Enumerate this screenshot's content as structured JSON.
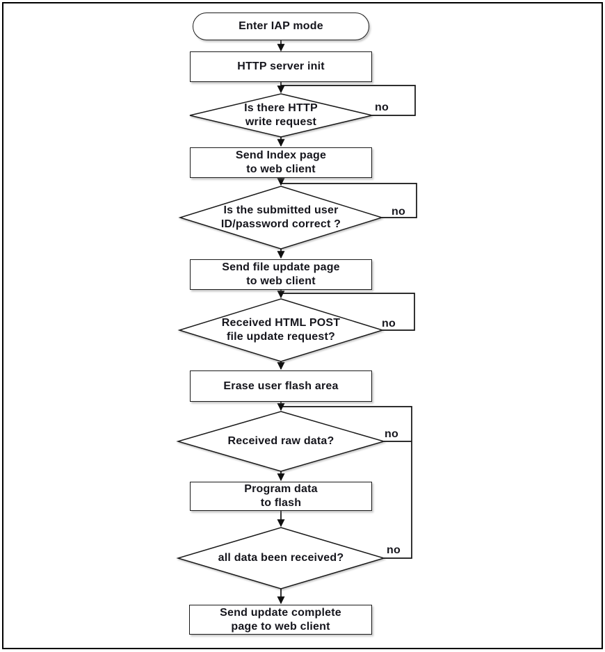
{
  "flowchart": {
    "nodes": [
      {
        "id": "start",
        "type": "terminator",
        "label": "Enter IAP mode"
      },
      {
        "id": "http_server_init",
        "type": "process",
        "label": "HTTP server init"
      },
      {
        "id": "http_write_request",
        "type": "decision",
        "label": "Is there HTTP\nwrite request"
      },
      {
        "id": "send_index_page",
        "type": "process",
        "label": "Send Index page\nto web client"
      },
      {
        "id": "id_password_correct",
        "type": "decision",
        "label": "Is the submitted user\nID/password correct ?"
      },
      {
        "id": "send_file_update_page",
        "type": "process",
        "label": "Send file update page\nto web client"
      },
      {
        "id": "received_html_post",
        "type": "decision",
        "label": "Received HTML POST\nfile update request?"
      },
      {
        "id": "erase_user_flash",
        "type": "process",
        "label": "Erase user flash area"
      },
      {
        "id": "received_raw_data",
        "type": "decision",
        "label": "Received raw data?"
      },
      {
        "id": "program_data",
        "type": "process",
        "label": "Program data\nto flash"
      },
      {
        "id": "all_data_received",
        "type": "decision",
        "label": "all data been received?"
      },
      {
        "id": "send_update_complete",
        "type": "process",
        "label": "Send update complete\npage to web client"
      }
    ],
    "edges": [
      {
        "from": "start",
        "to": "http_server_init",
        "label": ""
      },
      {
        "from": "http_server_init",
        "to": "http_write_request",
        "label": ""
      },
      {
        "from": "http_write_request",
        "to": "http_write_request",
        "label": "no"
      },
      {
        "from": "http_write_request",
        "to": "send_index_page",
        "label": ""
      },
      {
        "from": "send_index_page",
        "to": "id_password_correct",
        "label": ""
      },
      {
        "from": "id_password_correct",
        "to": "id_password_correct",
        "label": "no"
      },
      {
        "from": "id_password_correct",
        "to": "send_file_update_page",
        "label": ""
      },
      {
        "from": "send_file_update_page",
        "to": "received_html_post",
        "label": ""
      },
      {
        "from": "received_html_post",
        "to": "received_html_post",
        "label": "no"
      },
      {
        "from": "received_html_post",
        "to": "erase_user_flash",
        "label": ""
      },
      {
        "from": "erase_user_flash",
        "to": "received_raw_data",
        "label": ""
      },
      {
        "from": "received_raw_data",
        "to": "received_raw_data",
        "label": "no"
      },
      {
        "from": "received_raw_data",
        "to": "program_data",
        "label": ""
      },
      {
        "from": "program_data",
        "to": "all_data_received",
        "label": ""
      },
      {
        "from": "all_data_received",
        "to": "received_raw_data",
        "label": "no"
      },
      {
        "from": "all_data_received",
        "to": "send_update_complete",
        "label": ""
      }
    ],
    "colors": {
      "line": "#101010",
      "text": "#15151c",
      "node_fill": "#ffffff",
      "background": "#ffffff"
    }
  }
}
